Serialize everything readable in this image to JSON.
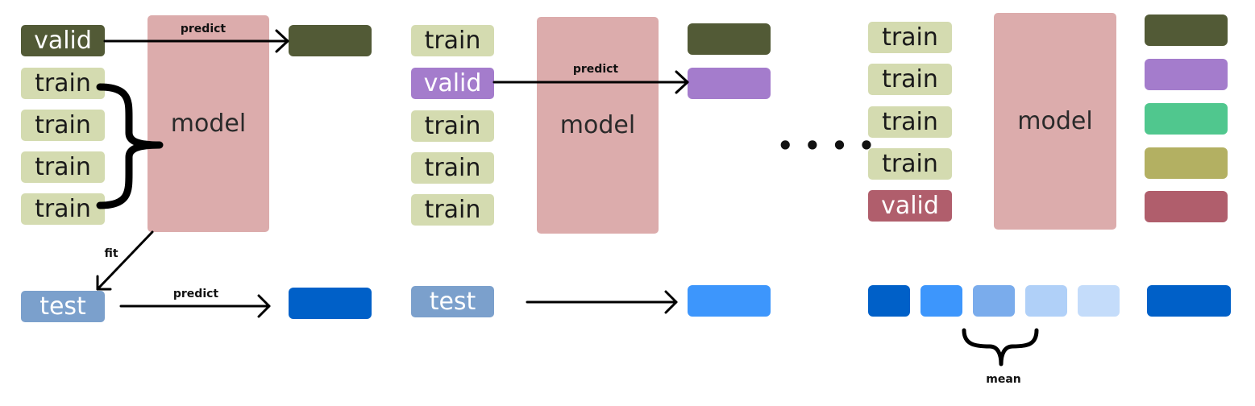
{
  "labels": {
    "train": "train",
    "valid": "valid",
    "test": "test",
    "model": "model",
    "predict": "predict",
    "fit": "fit",
    "mean": "mean"
  },
  "colors": {
    "train_bg": "#d4dbb0",
    "model_bg": "#dcacac",
    "test_bg": "#7ba0cc",
    "valid_fold1": "#525a36",
    "valid_fold2": "#a47ccc",
    "valid_fold5": "#b05e6c",
    "pred_fold1": "#525a36",
    "pred_fold2": "#a47ccc",
    "pred_fold3": "#50c78e",
    "pred_fold4": "#b3b062",
    "pred_fold5": "#b05e6c",
    "test_pred_1": "#0060c8",
    "test_pred_2": "#3d96fc",
    "test_pred_3": "#7aacec",
    "test_pred_4": "#b0d0f8",
    "test_pred_5": "#c4dcfa",
    "test_pred_mean": "#0060c8"
  },
  "ellipsis": "• • • •"
}
